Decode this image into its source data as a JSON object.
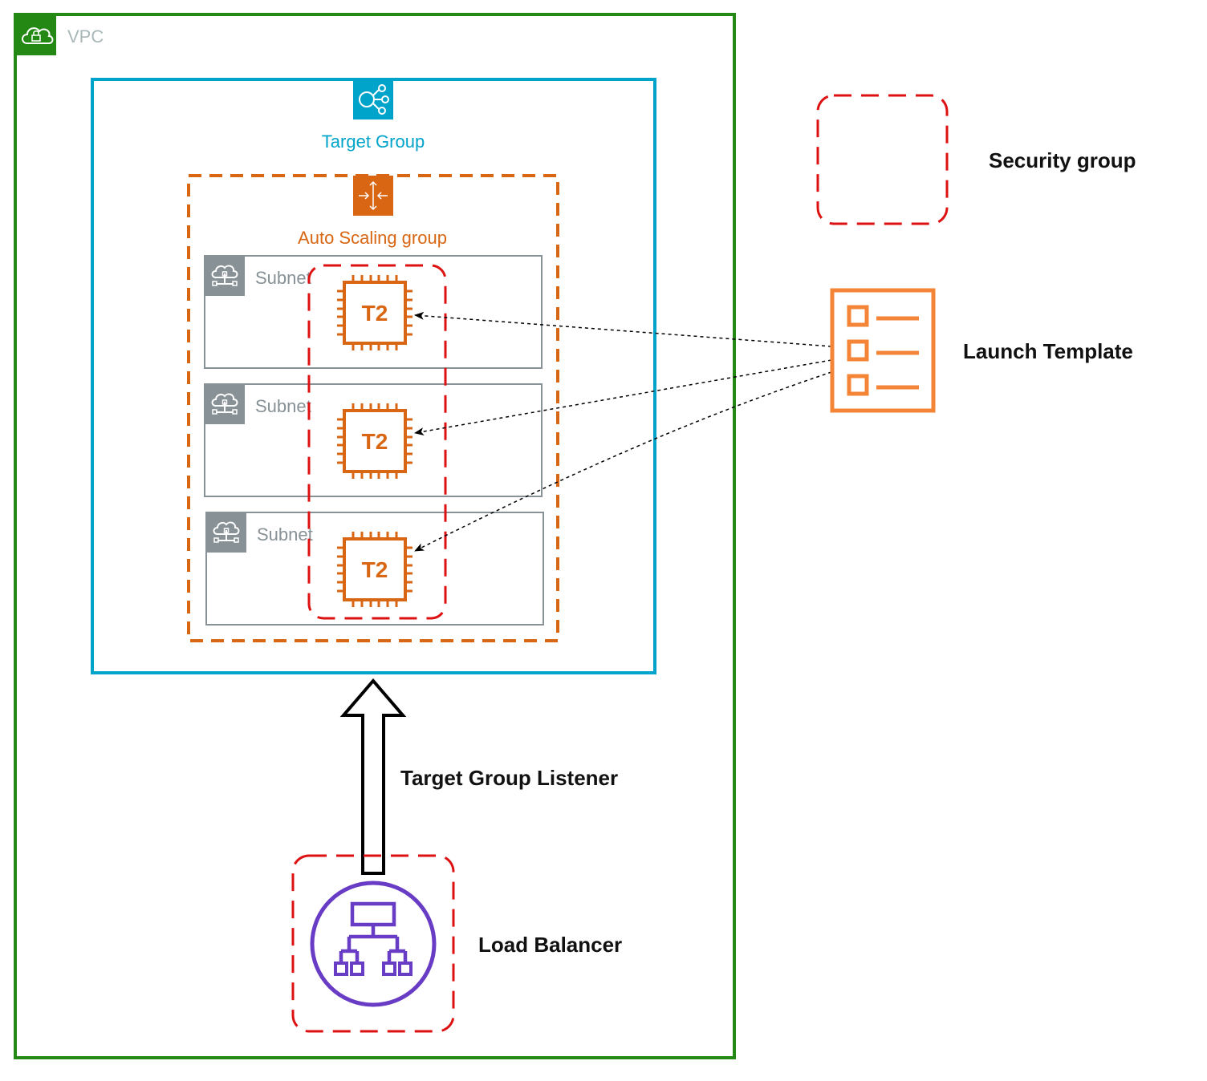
{
  "labels": {
    "vpc": "VPC",
    "target_group": "Target Group",
    "auto_scaling_group": "Auto Scaling group",
    "subnets": [
      "Subnet",
      "Subnet",
      "Subnet"
    ],
    "instances": [
      "T2",
      "T2",
      "T2"
    ],
    "security_group": "Security group",
    "launch_template": "Launch Template",
    "target_group_listener": "Target Group Listener",
    "load_balancer": "Load Balancer"
  },
  "colors": {
    "vpc": "#248814",
    "target_group": "#00A4CA",
    "auto_scaling": "#D86613",
    "subnet_border": "#879196",
    "security_group": "#DD1111",
    "launch_template": "#F58536",
    "load_balancer": "#693CC5",
    "instance": "#D86613"
  },
  "icons": {
    "vpc": "cloud-lock-icon",
    "target_group": "target-group-icon",
    "auto_scaling": "auto-scaling-icon",
    "subnet": "cloud-network-icon",
    "instance": "ec2-t2-chip-icon",
    "launch_template": "checklist-icon",
    "load_balancer": "load-balancer-icon"
  }
}
